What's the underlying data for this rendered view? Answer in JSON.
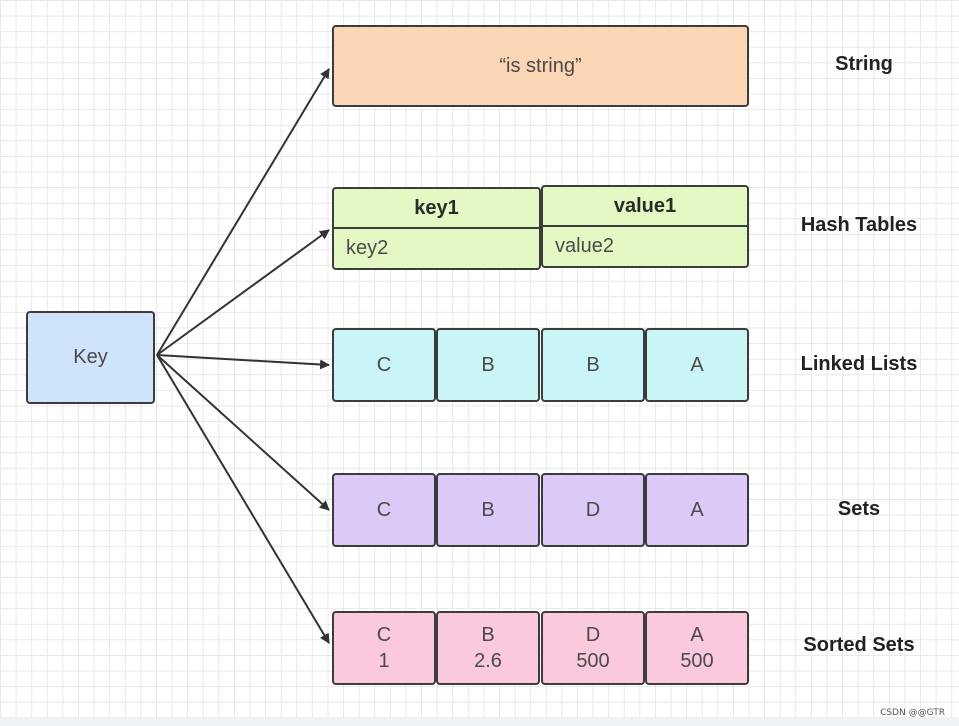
{
  "key_label": "Key",
  "string": {
    "value": "“is string”",
    "label": "String"
  },
  "hash": {
    "label": "Hash Tables",
    "columns": [
      {
        "header": "key1",
        "cell": "key2"
      },
      {
        "header": "value1",
        "cell": "value2"
      }
    ]
  },
  "linked_lists": {
    "label": "Linked Lists",
    "items": [
      "C",
      "B",
      "B",
      "A"
    ]
  },
  "sets": {
    "label": "Sets",
    "items": [
      "C",
      "B",
      "D",
      "A"
    ]
  },
  "sorted_sets": {
    "label": "Sorted Sets",
    "items": [
      {
        "member": "C",
        "score": "1"
      },
      {
        "member": "B",
        "score": "2.6"
      },
      {
        "member": "D",
        "score": "500"
      },
      {
        "member": "A",
        "score": "500"
      }
    ]
  },
  "colors": {
    "key": "#cfe3fb",
    "string": "#fad6b5",
    "hash": "#e4f8c4",
    "linked_lists": "#c9f5f6",
    "sets": "#dcc9f8",
    "sorted_sets": "#fac9de"
  },
  "watermark": "CSDN @@GTR"
}
